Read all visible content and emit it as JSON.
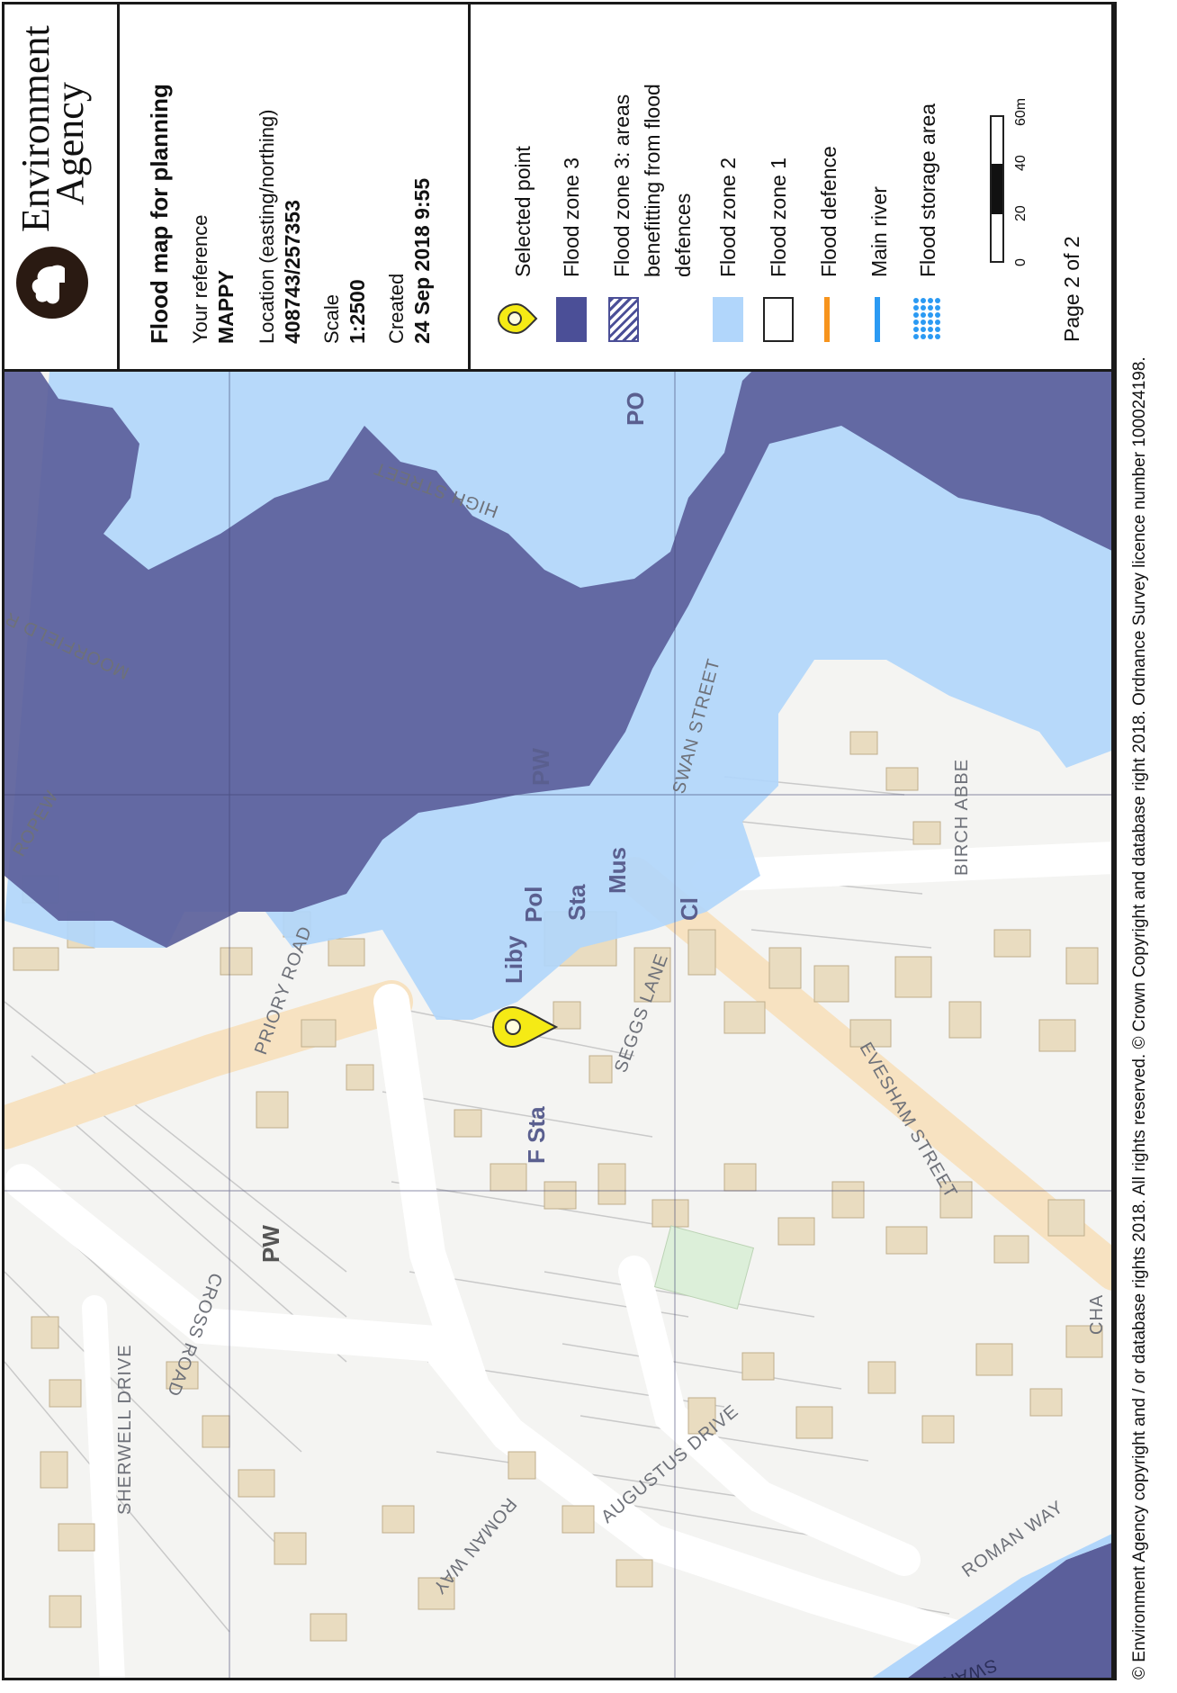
{
  "header": {
    "logo_line1": "Environment",
    "logo_line2": "Agency",
    "title": "Flood map for planning"
  },
  "details": {
    "reference_label": "Your reference",
    "reference_value": "MAPPY",
    "location_label": "Location (easting/northing)",
    "location_value": "408743/257353",
    "scale_label": "Scale",
    "scale_value": "1:2500",
    "created_label": "Created",
    "created_value": "24 Sep 2018 9:55"
  },
  "legend": {
    "items": [
      {
        "label": "Selected point",
        "icon": "map-pin-icon",
        "color": "#f3ea1a"
      },
      {
        "label": "Flood zone 3",
        "icon": "solid-swatch",
        "color": "#4b4f97"
      },
      {
        "label_lines": [
          "Flood zone 3: areas",
          "benefitting from flood",
          "defences"
        ],
        "icon": "hatched-swatch",
        "color": "#4b4f97"
      },
      {
        "label": "Flood zone 2",
        "icon": "solid-swatch",
        "color": "#b1d6fb"
      },
      {
        "label": "Flood zone 1",
        "icon": "outline-swatch",
        "color": "#ffffff"
      },
      {
        "label": "Flood defence",
        "icon": "line-swatch",
        "color": "#f7941d"
      },
      {
        "label": "Main river",
        "icon": "line-swatch",
        "color": "#2b9af3"
      },
      {
        "label": "Flood storage area",
        "icon": "dot-swatch",
        "color": "#2b9af3"
      }
    ],
    "scalebar_ticks": [
      "0",
      "20",
      "40",
      "60m"
    ]
  },
  "page_label": "Page 2 of 2",
  "copyright": "© Environment Agency copyright and / or database rights 2018. All rights reserved. © Crown Copyright and database right 2018. Ordnance Survey licence number 100024198.",
  "map": {
    "road_labels": [
      "HIGH STREET",
      "MOORFIELD R",
      "SWAN STREET",
      "BIRCH ABBE",
      "PRIORY ROAD",
      "SEGGS LANE",
      "EVESHAM STREET",
      "CROSS ROAD",
      "SHERWELL DRIVE",
      "ROMAN WAY",
      "AUGUSTUS DRIVE",
      "ROMAN WAY",
      "CHA",
      "SWAN WALK",
      "ROPEW"
    ],
    "poi_labels": [
      "PO",
      "PW",
      "Pol",
      "Sta",
      "Mus",
      "Cl",
      "Liby",
      "F Sta",
      "PW"
    ],
    "colors": {
      "flood_zone_3": "#5b5f9b",
      "flood_zone_2": "#b1d6fb",
      "building": "#e9dcc0",
      "road_major": "#f9e3c2",
      "base": "#f3f3f3"
    }
  }
}
